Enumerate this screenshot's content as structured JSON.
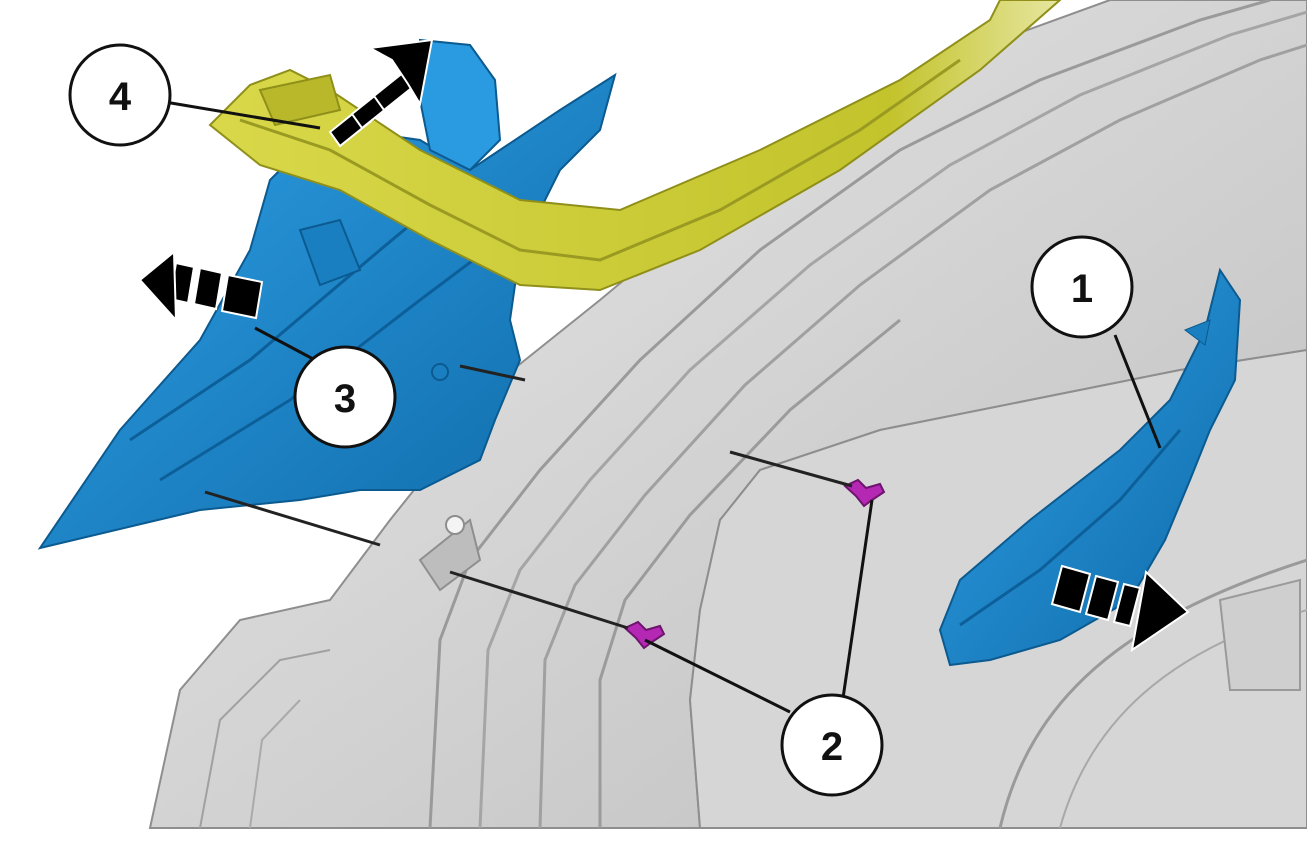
{
  "colors": {
    "background": "#ffffff",
    "body_panel": "#d2d2d2",
    "body_panel_dark": "#a8a8a8",
    "body_panel_light": "#e6e6e6",
    "removed_part": "#1f8fd6",
    "removed_part_dark": "#0f6aa8",
    "headliner_part": "#cfcf3a",
    "headliner_part_dark": "#9c9c1c",
    "fastener": "#b428b4",
    "arrow": "#000000",
    "leader_line": "#222222",
    "callout_fill": "#ffffff",
    "callout_stroke": "#111111"
  },
  "callouts": [
    {
      "id": "callout-1",
      "label": "1"
    },
    {
      "id": "callout-2",
      "label": "2"
    },
    {
      "id": "callout-3",
      "label": "3"
    },
    {
      "id": "callout-4",
      "label": "4"
    }
  ],
  "icons": {
    "direction_arrow": "dashed-direction-arrow-icon",
    "clip": "clip-fastener-icon"
  }
}
